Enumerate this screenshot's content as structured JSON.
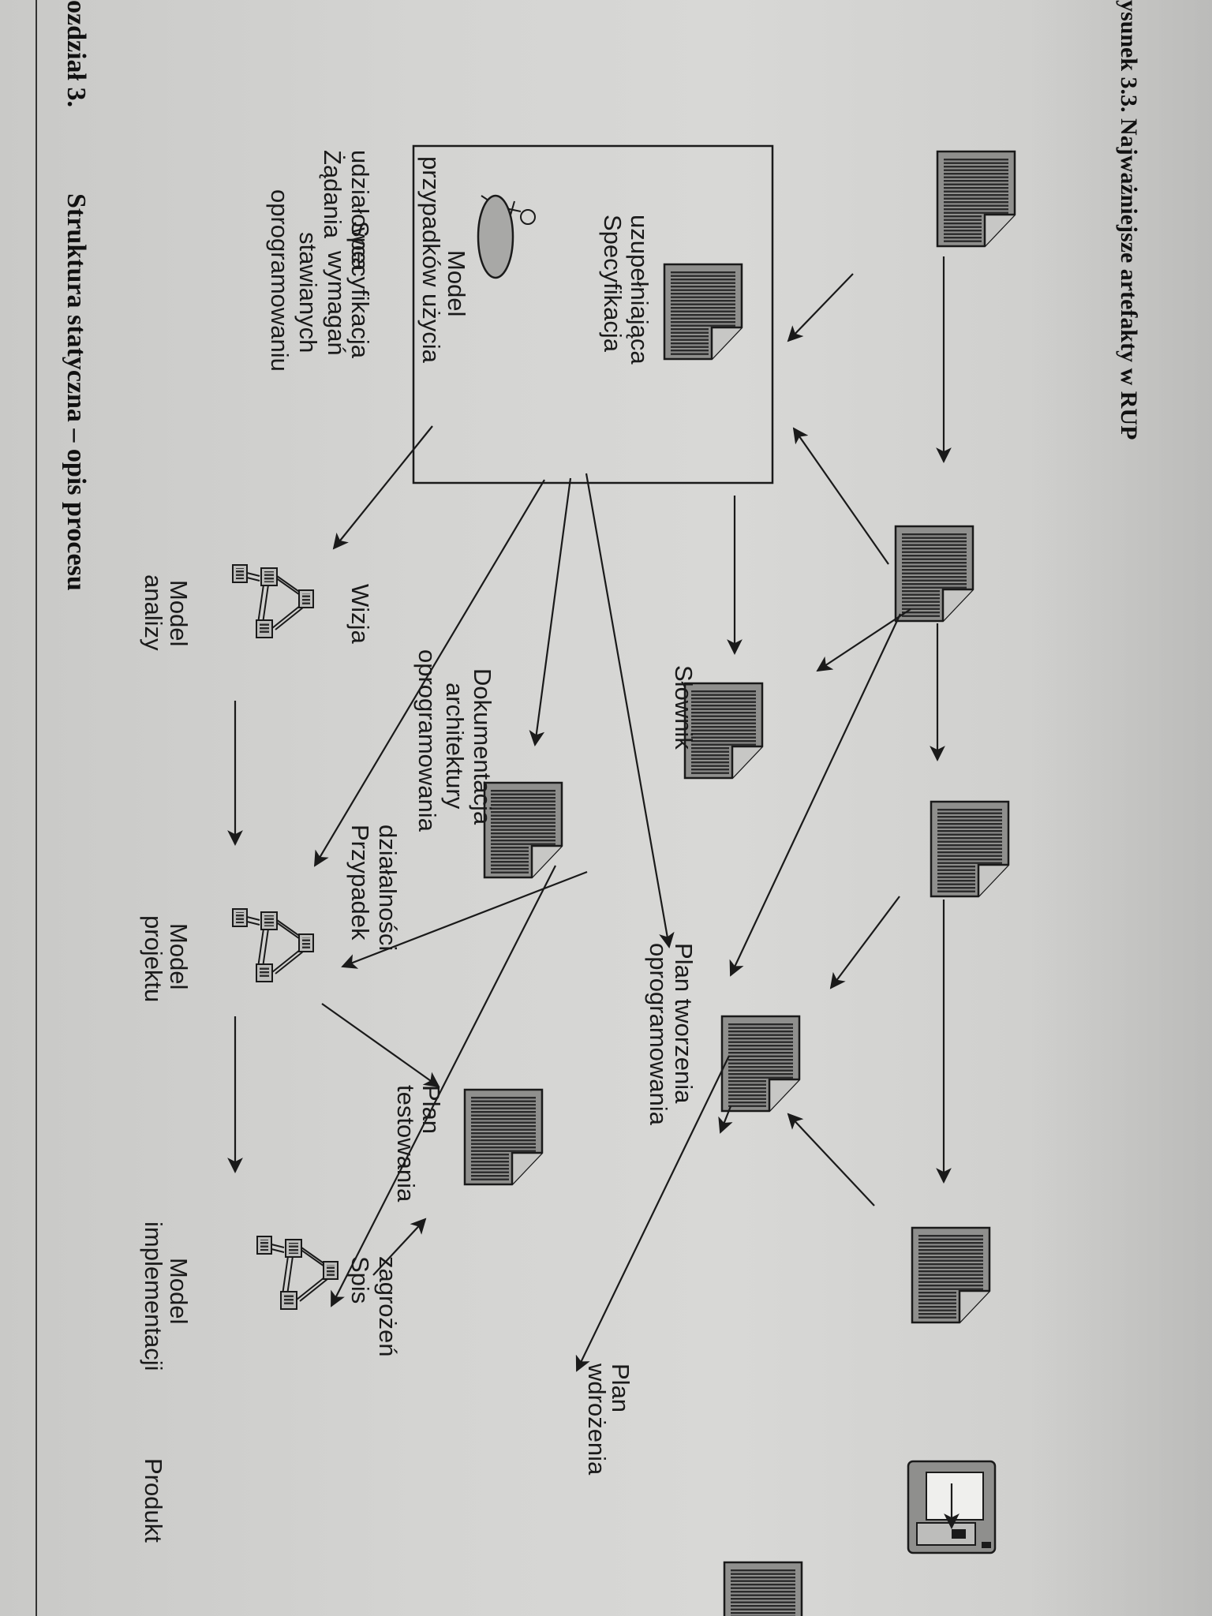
{
  "header": {
    "chapter": "ozdział 3.",
    "title": "Struktura statyczna – opis procesu"
  },
  "caption": "ysunek 3.3. Najważniejsze artefakty w RUP",
  "artifacts": {
    "zadania": [
      "Żądania",
      "udziałowca"
    ],
    "wizja": [
      "Wizja"
    ],
    "przypadek": [
      "Przypadek",
      "działalności"
    ],
    "spis": [
      "Spis",
      "zagrożeń"
    ],
    "specyfikacja_uzup": [
      "Specyfikacja",
      "uzupełniająca"
    ],
    "model_uzycia": [
      "Model",
      "przypadków użycia"
    ],
    "specyfikacja_wym": [
      "Specyfikacja",
      "wymagań",
      "stawianych",
      "oprogramowaniu"
    ],
    "slownik": [
      "Słownik"
    ],
    "plan_tworzenia": [
      "Plan tworzenia",
      "oprogramowania"
    ],
    "plan_wdrozenia": [
      "Plan",
      "wdrożenia"
    ],
    "dokumentacja": [
      "Dokumentacja",
      "architektury",
      "oprogramowania"
    ],
    "plan_testowania": [
      "Plan",
      "testowania"
    ],
    "model_analizy": [
      "Model",
      "analizy"
    ],
    "model_projektu": [
      "Model",
      "projektu"
    ],
    "model_implementacji": [
      "Model",
      "implementacji"
    ],
    "produkt": [
      "Produkt"
    ]
  },
  "icons": {
    "document": "document-icon",
    "model": "model-diagram-icon",
    "actor": "actor-icon",
    "usecase": "use-case-ellipse-icon",
    "disk": "floppy-disk-icon"
  },
  "colors": {
    "ink": "#1a1a1a",
    "doc_fill": "#9a9a98",
    "ellipse_fill": "#a8a8a6"
  }
}
